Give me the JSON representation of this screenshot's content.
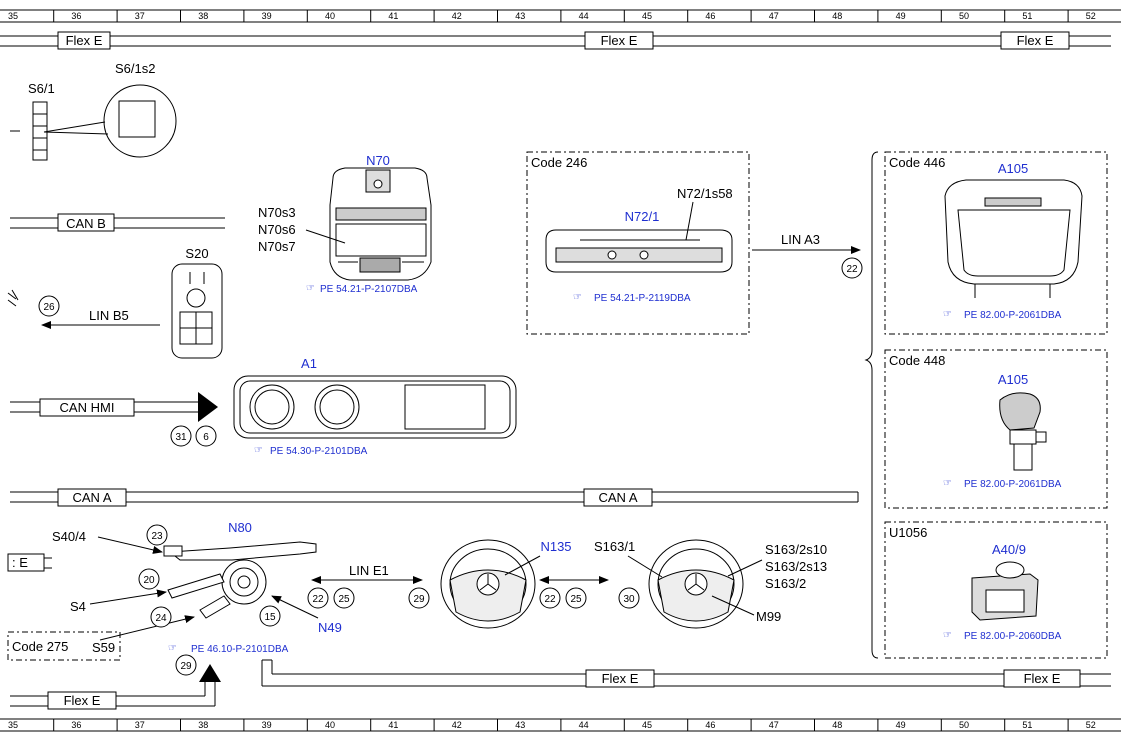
{
  "grid_columns": [
    "35",
    "36",
    "37",
    "38",
    "39",
    "40",
    "41",
    "42",
    "43",
    "44",
    "45",
    "46",
    "47",
    "48",
    "49",
    "50",
    "51",
    "52"
  ],
  "buses": {
    "flex_e_top_left": "Flex E",
    "flex_e_top_mid": "Flex E",
    "flex_e_top_right": "Flex E",
    "can_b": "CAN B",
    "lin_b5": "LIN B5",
    "can_hmi": "CAN HMI",
    "can_a_left": "CAN A",
    "can_a_mid": "CAN A",
    "lin_a3": "LIN A3",
    "lin_e1": "LIN E1",
    "flex_e_bottom_left": "Flex E",
    "flex_e_bottom_mid": "Flex E",
    "flex_e_bottom_right": "Flex E",
    "e_stub": ": E"
  },
  "codes": {
    "code_246": "Code 246",
    "code_446": "Code 446",
    "code_448": "Code 448",
    "u1056": "U1056",
    "code_275": "Code 275"
  },
  "components": {
    "s6_1": "S6/1",
    "s6_1s2": "S6/1s2",
    "n70": "N70",
    "n70s3": "N70s3",
    "n70s6": "N70s6",
    "n70s7": "N70s7",
    "n70_ref": "PE 54.21-P-2107DBA",
    "s20": "S20",
    "n72_1": "N72/1",
    "n72_1s58": "N72/1s58",
    "n72_ref": "PE 54.21-P-2119DBA",
    "a105_446": "A105",
    "a105_446_ref": "PE 82.00-P-2061DBA",
    "a105_448": "A105",
    "a105_448_ref": "PE 82.00-P-2061DBA",
    "a40_9": "A40/9",
    "a40_9_ref": "PE 82.00-P-2060DBA",
    "a1": "A1",
    "a1_ref": "PE 54.30-P-2101DBA",
    "n80": "N80",
    "s40_4": "S40/4",
    "s4": "S4",
    "s59": "S59",
    "n49": "N49",
    "n80_ref": "PE 46.10-P-2101DBA",
    "n135": "N135",
    "s163_1": "S163/1",
    "s163_2s10": "S163/2s10",
    "s163_2s13": "S163/2s13",
    "s163_2": "S163/2",
    "m99": "M99"
  },
  "circles": {
    "c26": "26",
    "c31": "31",
    "c6": "6",
    "c22_lin_a3": "22",
    "c23": "23",
    "c20": "20",
    "c24": "24",
    "c15": "15",
    "c29_bottom": "29",
    "c22_e1": "22",
    "c25_e1": "25",
    "c29_mid": "29",
    "c22_mid": "22",
    "c25_mid": "25",
    "c30": "30"
  }
}
